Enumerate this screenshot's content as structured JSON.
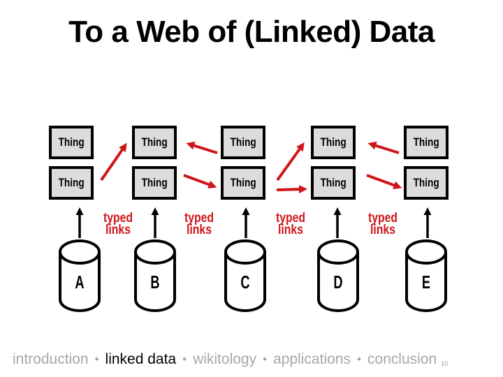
{
  "slide": {
    "title": "To a Web of (Linked) Data",
    "page_number": "10"
  },
  "diagram": {
    "thing_label": "Thing",
    "typed_links": {
      "line1": "typed",
      "line2": "links"
    },
    "datastores": [
      "A",
      "B",
      "C",
      "D",
      "E"
    ],
    "colors": {
      "arrow_red": "#cf1519",
      "typed_links_red": "#cf1519",
      "box_fill": "#dcdcdc",
      "box_border": "#000000",
      "footer_gray": "#a7a7a7",
      "footer_active": "#000000"
    }
  },
  "footer": {
    "separator": "•",
    "items": [
      {
        "label": "introduction",
        "active": false
      },
      {
        "label": "linked data",
        "active": true
      },
      {
        "label": "wikitology",
        "active": false
      },
      {
        "label": "applications",
        "active": false
      },
      {
        "label": "conclusion",
        "active": false
      }
    ]
  }
}
